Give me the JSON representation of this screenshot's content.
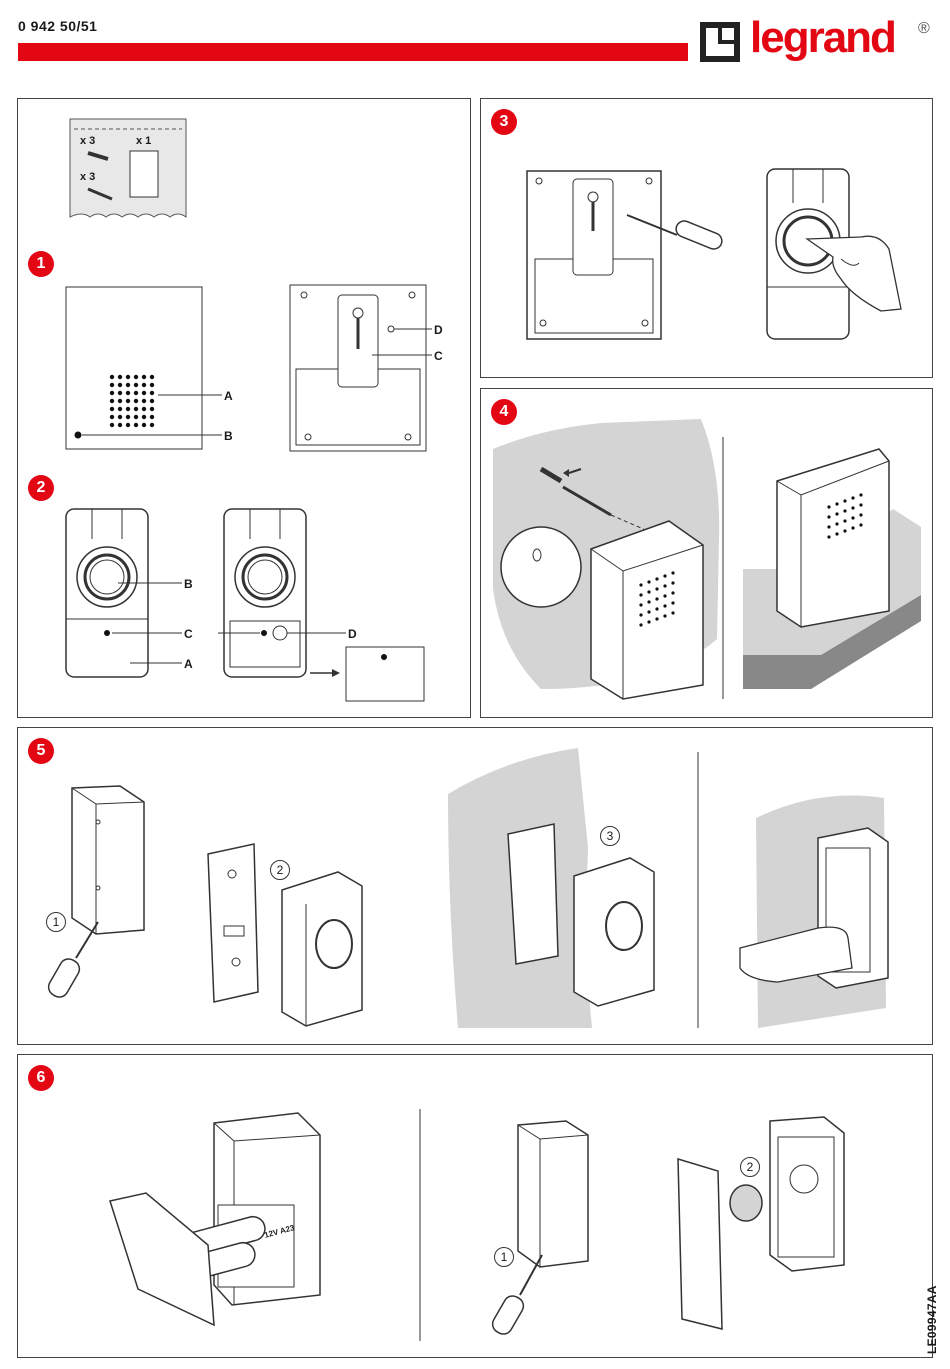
{
  "header": {
    "reference": "0 942 50/51",
    "brand": "legrand",
    "registered": "®",
    "brand_color": "#e30613"
  },
  "kit": {
    "plugs_qty": "x 3",
    "screws_qty": "x 3",
    "label_qty": "x 1"
  },
  "steps": {
    "s1": "1",
    "s2": "2",
    "s3": "3",
    "s4": "4",
    "s5": "5",
    "s6": "6"
  },
  "step1": {
    "label_a": "A",
    "label_b": "B",
    "label_c": "C",
    "label_d": "D"
  },
  "step2": {
    "label_b": "B",
    "label_c": "C",
    "label_a": "A",
    "label_d": "D"
  },
  "step5": {
    "sub1": "1",
    "sub2": "2",
    "sub3": "3"
  },
  "step6": {
    "sub1": "1",
    "sub2": "2",
    "battery_label": "12V A23"
  },
  "footer": {
    "document_code": "LE09947AA"
  },
  "icons": [
    "logo-icon",
    "screwdriver-icon",
    "finger-icon",
    "screw-icon",
    "battery-icon",
    "arrow-icon"
  ]
}
